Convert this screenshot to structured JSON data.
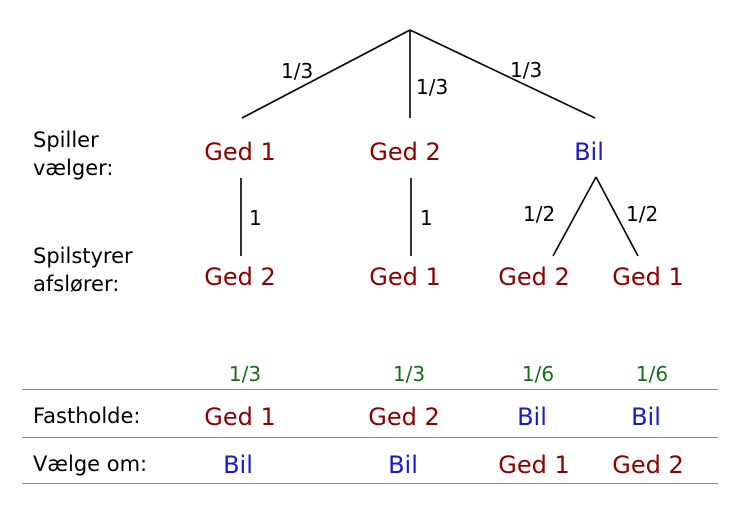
{
  "row_labels": {
    "player_line1": "Spiller",
    "player_line2": "vælger:",
    "host_line1": "Spilstyrer",
    "host_line2": "afslører:",
    "keep": "Fastholde:",
    "switch": "Vælge om:"
  },
  "choices": {
    "goat1": "Ged 1",
    "goat2": "Ged 2",
    "car": "Bil"
  },
  "host_reveals": {
    "a": "Ged 2",
    "b": "Ged 1",
    "c": "Ged 2",
    "d": "Ged 1"
  },
  "branch_probs": {
    "root_left": "1/3",
    "root_mid": "1/3",
    "root_right": "1/3",
    "goat1_host": "1",
    "goat2_host": "1",
    "car_left": "1/2",
    "car_right": "1/2"
  },
  "outcome_probs": [
    "1/3",
    "1/3",
    "1/6",
    "1/6"
  ],
  "keep_row": [
    "Ged 1",
    "Ged 2",
    "Bil",
    "Bil"
  ],
  "switch_row": [
    "Bil",
    "Bil",
    "Ged 1",
    "Ged 2"
  ],
  "colors": {
    "goat": "#8b0000",
    "car": "#1a1acc",
    "probability": "#1a6b1a",
    "lines": "#000000",
    "rules": "#8a8a8a"
  }
}
